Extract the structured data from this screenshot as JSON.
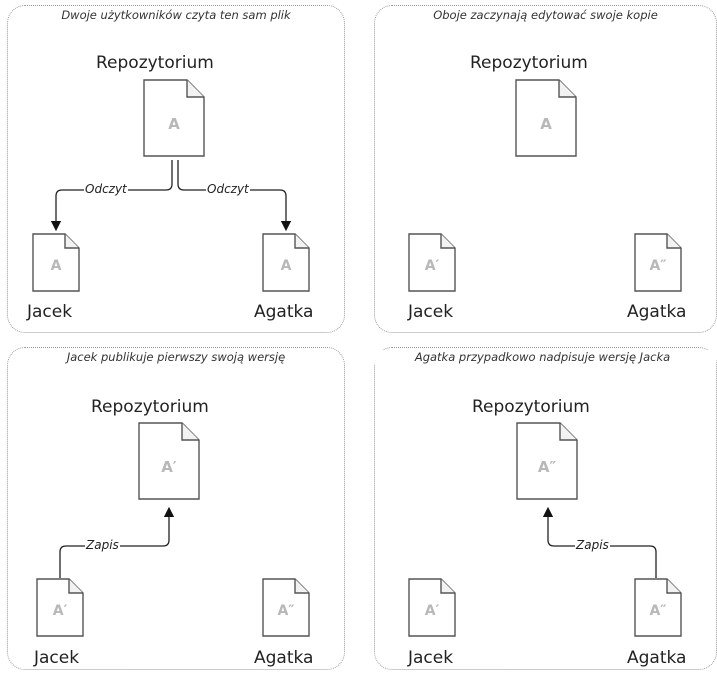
{
  "panels": [
    {
      "caption": "Dwoje użytkowników czyta ten sam plik",
      "repo_label": "Repozytorium",
      "repo_doc": "A",
      "left_user": "Jacek",
      "left_doc": "A",
      "right_user": "Agatka",
      "right_doc": "A",
      "edge_left": "Odczyt",
      "edge_right": "Odczyt"
    },
    {
      "caption": "Oboje zaczynają edytować swoje kopie",
      "repo_label": "Repozytorium",
      "repo_doc": "A",
      "left_user": "Jacek",
      "left_doc": "A′",
      "right_user": "Agatka",
      "right_doc": "A″"
    },
    {
      "caption": "Jacek publikuje pierwszy swoją wersję",
      "repo_label": "Repozytorium",
      "repo_doc": "A′",
      "left_user": "Jacek",
      "left_doc": "A′",
      "right_user": "Agatka",
      "right_doc": "A″",
      "edge_left": "Zapis"
    },
    {
      "caption": "Agatka przypadkowo nadpisuje wersję Jacka",
      "repo_label": "Repozytorium",
      "repo_doc": "A″",
      "left_user": "Jacek",
      "left_doc": "A′",
      "right_user": "Agatka",
      "right_doc": "A″",
      "edge_right": "Zapis"
    }
  ]
}
